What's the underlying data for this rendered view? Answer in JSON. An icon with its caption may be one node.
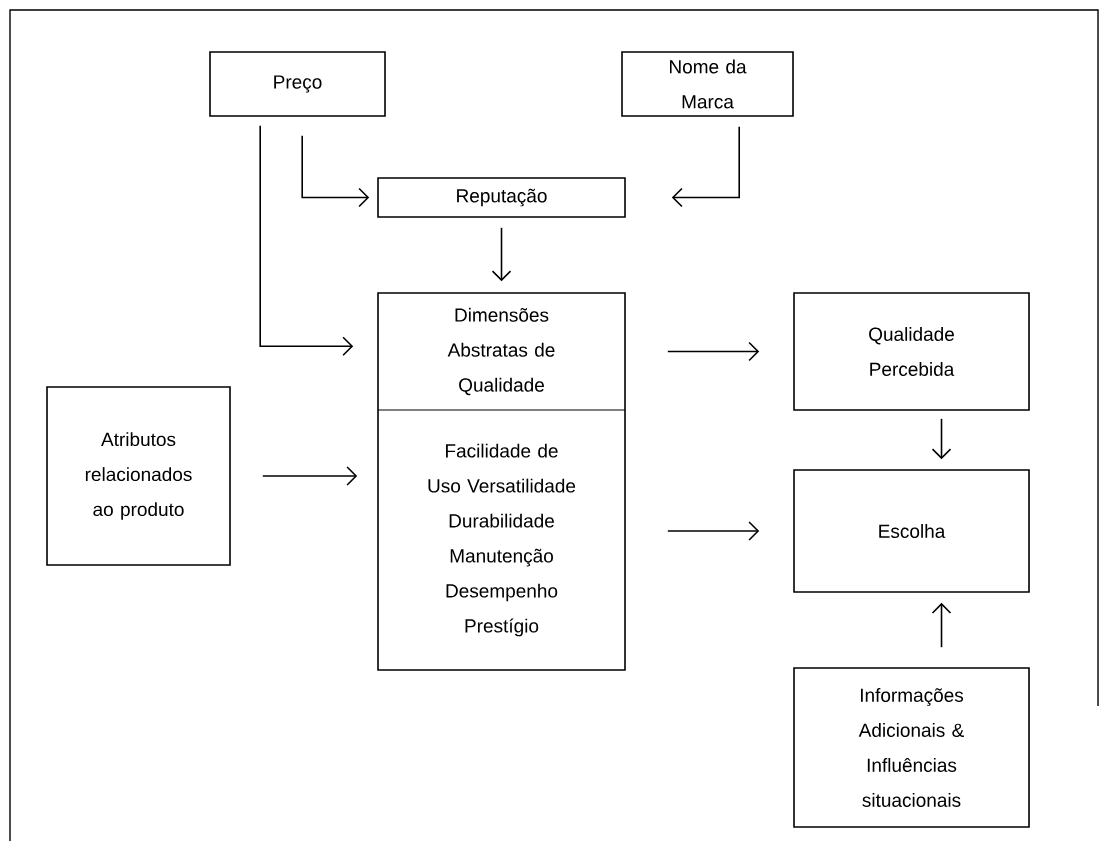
{
  "diagram": {
    "nodes": [
      {
        "text": [
          "Preço"
        ]
      },
      {
        "text": [
          "Nome da Marca"
        ]
      },
      {
        "text": [
          "Reputação"
        ]
      },
      {
        "text": [
          "Dimensões Abstratas de Qualidade",
          "Facilidade de Uso Versatilidade Durabilidade Manutenção Desempenho Prestígio"
        ]
      },
      {
        "text": [
          "Qualidade Percebida"
        ]
      },
      {
        "text": [
          "Atributos relacionados ao produto"
        ]
      },
      {
        "text": [
          "Escolha"
        ]
      },
      {
        "text": [
          "Informações Adicionais & Influências situacionais"
        ]
      }
    ],
    "edges": [
      {
        "from": 0,
        "to": 2,
        "arrow": "to"
      },
      {
        "from": 1,
        "to": 2,
        "arrow": "to"
      },
      {
        "from": 0,
        "to": 3,
        "arrow": "to"
      },
      {
        "from": 2,
        "to": 3,
        "arrow": "to"
      },
      {
        "from": 3,
        "to": 4,
        "arrow": "to"
      },
      {
        "from": 5,
        "to": 3,
        "arrow": "to"
      },
      {
        "from": 3,
        "to": 6,
        "arrow": "to"
      },
      {
        "from": 4,
        "to": 6,
        "arrow": "to"
      },
      {
        "from": 7,
        "to": 6,
        "arrow": "to"
      }
    ]
  }
}
